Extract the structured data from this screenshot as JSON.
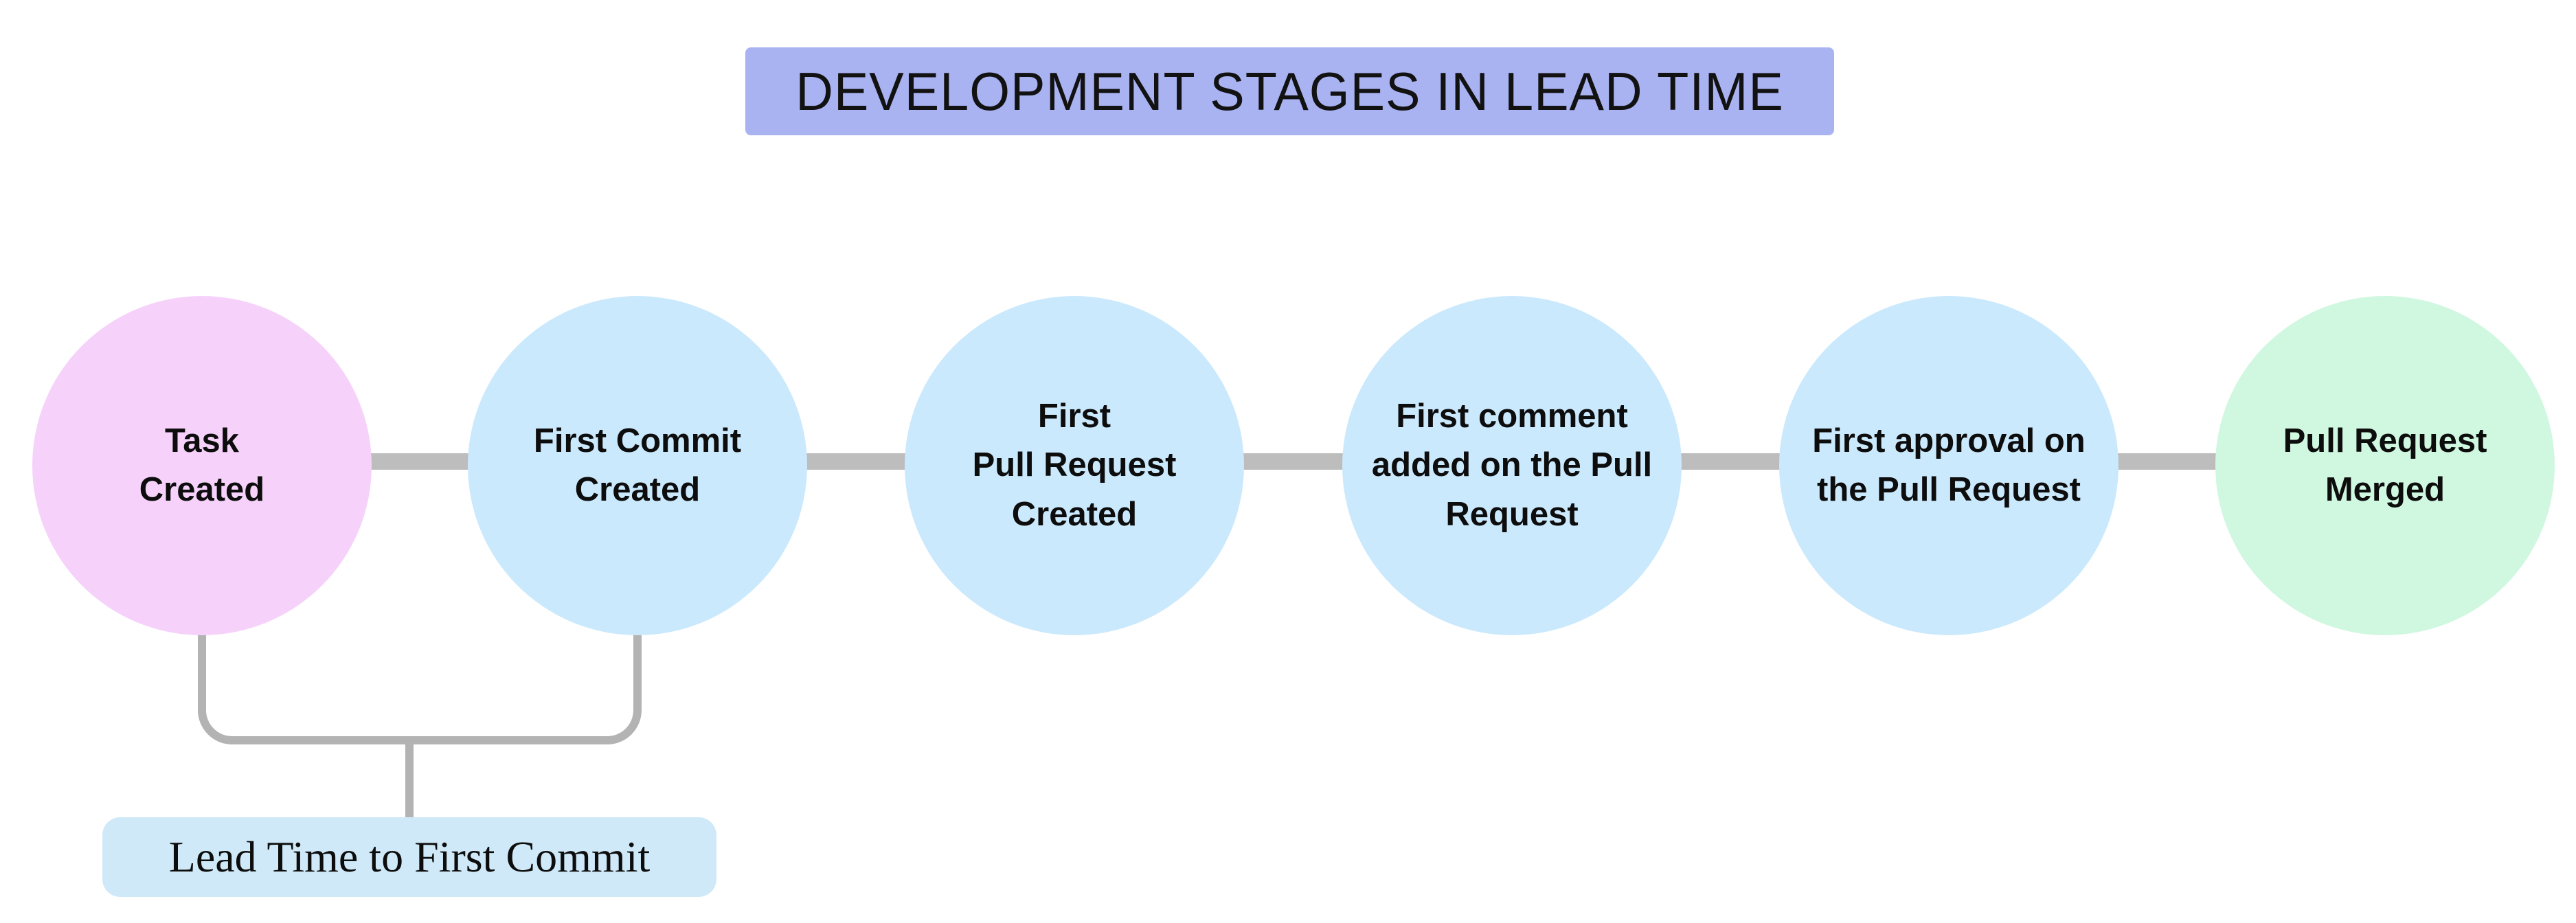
{
  "title": {
    "text": "DEVELOPMENT STAGES IN LEAD TIME"
  },
  "stages": [
    {
      "id": "task-created",
      "label": "Task\nCreated",
      "fill": "#f6d2fb"
    },
    {
      "id": "first-commit-created",
      "label": "First Commit\nCreated",
      "fill": "#cbe9fd"
    },
    {
      "id": "first-pull-request-created",
      "label": "First\nPull Request\nCreated",
      "fill": "#cbe9fd"
    },
    {
      "id": "first-comment-added",
      "label": "First comment\nadded on the Pull\nRequest",
      "fill": "#cbe9fd"
    },
    {
      "id": "first-approval",
      "label": "First approval on\nthe Pull Request",
      "fill": "#cbe9fd"
    },
    {
      "id": "pull-request-merged",
      "label": "Pull Request\nMerged",
      "fill": "#d0f7e0"
    }
  ],
  "annotation": {
    "label": "Lead Time to First Commit",
    "fill": "#cfe9f8"
  },
  "colors": {
    "title_bg": "#a9b3f2",
    "connector": "#bdbdbd",
    "bracket": "#b3b3b3",
    "text": "#0d0d0d",
    "background": "#ffffff"
  }
}
